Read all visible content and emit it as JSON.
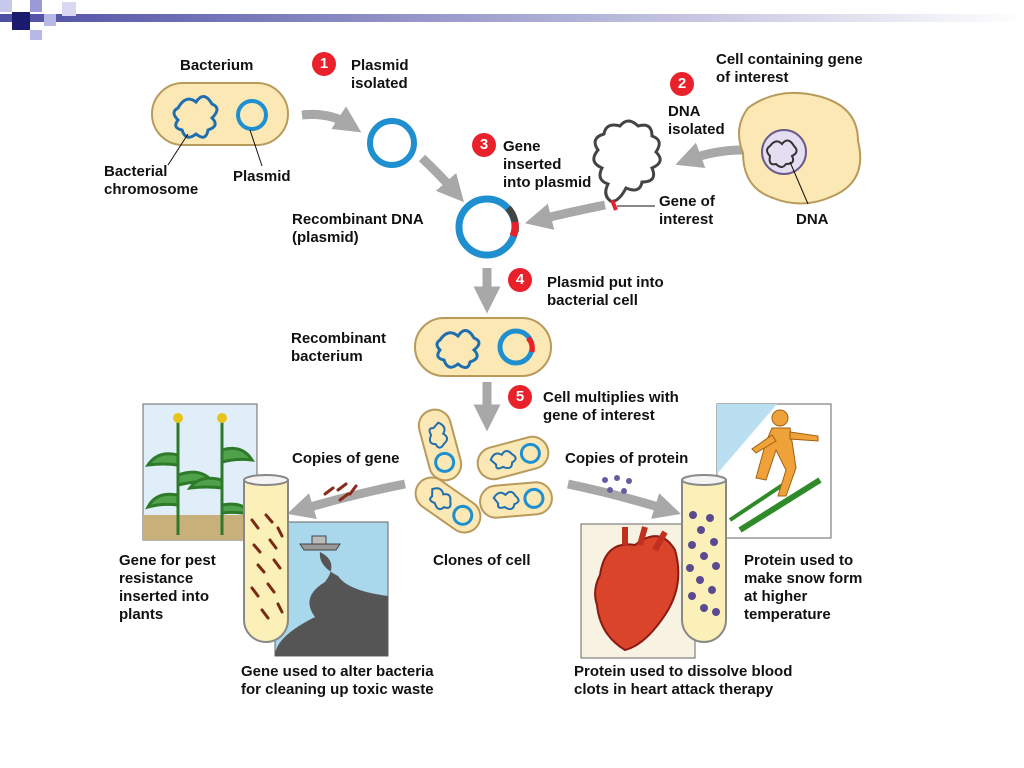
{
  "colors": {
    "accent_blue": "#1f8fd0",
    "cell_fill": "#fbe8b4",
    "cell_outline": "#b89a5a",
    "step_badge": "#e8212b",
    "arrow_gray": "#a8a8a8"
  },
  "steps": [
    {
      "num": "1",
      "label": "Plasmid\nisolated"
    },
    {
      "num": "2",
      "label": "DNA\nisolated"
    },
    {
      "num": "3",
      "label": "Gene\ninserted\ninto plasmid"
    },
    {
      "num": "4",
      "label": "Plasmid put into\nbacterial cell"
    },
    {
      "num": "5",
      "label": "Cell multiplies with\ngene of interest"
    }
  ],
  "labels": {
    "bacterium": "Bacterium",
    "bacterial_chromosome": "Bacterial\nchromosome",
    "plasmid": "Plasmid",
    "cell_containing_gene": "Cell containing gene\nof interest",
    "gene_of_interest": "Gene of\ninterest",
    "dna": "DNA",
    "recombinant_dna": "Recombinant DNA\n(plasmid)",
    "recombinant_bacterium": "Recombinant\nbacterium",
    "copies_of_gene": "Copies of gene",
    "copies_of_protein": "Copies of protein",
    "clones_of_cell": "Clones of cell",
    "pest_resistance": "Gene for pest\nresistance\ninserted into\nplants",
    "toxic_waste": "Gene used to alter bacteria\nfor cleaning up toxic waste",
    "blood_clots": "Protein used to dissolve blood\nclots in heart attack therapy",
    "snow_form": "Protein used to\nmake snow form\nat higher\ntemperature"
  }
}
